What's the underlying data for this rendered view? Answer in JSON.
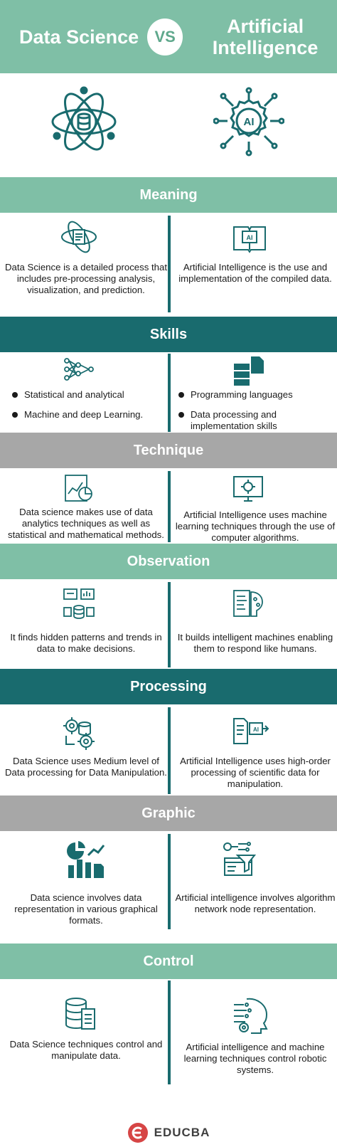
{
  "header": {
    "left_title": "Data Science",
    "vs": "VS",
    "right_title": "Artificial Intelligence"
  },
  "colors": {
    "green": "#7fbfa6",
    "teal": "#196b6e",
    "gray": "#a7a7a7",
    "brand": "#d64545"
  },
  "sections": {
    "meaning": {
      "title": "Meaning",
      "left": "Data Science is a detailed process that includes pre-processing analysis, visualization, and prediction.",
      "right": "Artificial Intelligence is the use and implementation of the compiled data.",
      "left_icon": "document-atom-icon",
      "right_icon": "ai-book-icon"
    },
    "skills": {
      "title": "Skills",
      "left": [
        "Statistical and analytical",
        "Machine and deep Learning."
      ],
      "right": [
        "Programming languages",
        "Data processing and implementation skills"
      ],
      "left_icon": "neural-network-icon",
      "right_icon": "database-document-icon"
    },
    "technique": {
      "title": "Technique",
      "left": "Data science makes use of data analytics techniques as well as statistical and mathematical methods.",
      "right": "Artificial Intelligence uses machine learning techniques through the use of computer algorithms.",
      "left_icon": "analytics-report-icon",
      "right_icon": "monitor-gear-icon"
    },
    "observation": {
      "title": "Observation",
      "left": "It finds hidden patterns and trends in data to make decisions.",
      "right": "It builds intelligent machines enabling them to respond like humans.",
      "left_icon": "dashboard-database-icon",
      "right_icon": "code-brain-icon"
    },
    "processing": {
      "title": "Processing",
      "left": "Data Science uses Medium level of Data processing for Data Manipulation.",
      "right": "Artificial Intelligence uses high-order processing of scientific data for manipulation.",
      "left_icon": "gears-database-icon",
      "right_icon": "ai-chip-document-icon"
    },
    "graphic": {
      "title": "Graphic",
      "left": "Data science involves data representation in various graphical formats.",
      "right": "Artificial intelligence involves algorithm network node representation.",
      "left_icon": "charts-icon",
      "right_icon": "network-funnel-icon"
    },
    "control": {
      "title": "Control",
      "left": "Data Science techniques control and manipulate data.",
      "right": "Artificial intelligence and machine learning techniques control robotic systems.",
      "left_icon": "database-server-icon",
      "right_icon": "robot-head-icon"
    }
  },
  "footer": {
    "brand": "EDUCBA"
  }
}
